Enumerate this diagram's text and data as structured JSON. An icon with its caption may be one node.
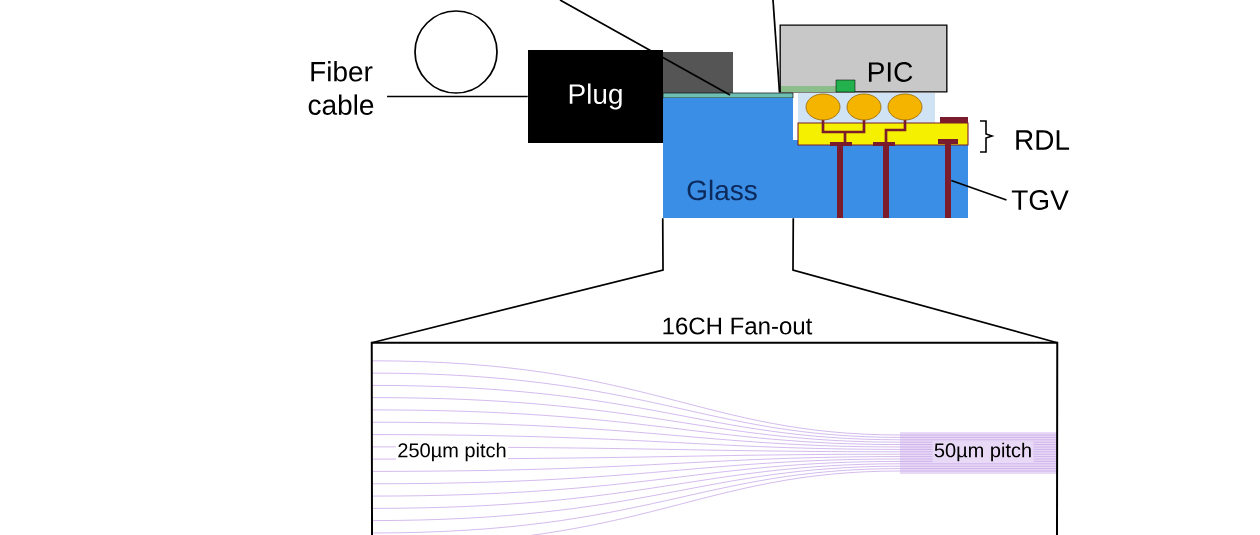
{
  "diagram": {
    "nodes": [
      {
        "text": [
          "Fiber cable"
        ]
      },
      {
        "text": [
          "Plug"
        ]
      },
      {
        "text": [
          "Glass"
        ]
      },
      {
        "text": [
          "PIC"
        ]
      },
      {
        "text": [
          "TGV"
        ]
      },
      {
        "text": [],
        "shape": "bar"
      },
      {
        "text": [
          "16CH Fan-out"
        ]
      }
    ],
    "edges": [
      {
        "from": 0,
        "to": 1,
        "arrow": "none"
      },
      {
        "from": 4,
        "to": 5,
        "arrow": "none"
      },
      {
        "from": 2,
        "to": 6,
        "arrow": "none"
      },
      {
        "from": 2,
        "to": 6,
        "arrow": "none"
      },
      {
        "from": null,
        "to": 2,
        "arrow": "none"
      },
      {
        "from": null,
        "to": 3,
        "arrow": "none"
      }
    ],
    "labels": [
      "RDL",
      "250µm pitch",
      "50µm pitch"
    ]
  }
}
